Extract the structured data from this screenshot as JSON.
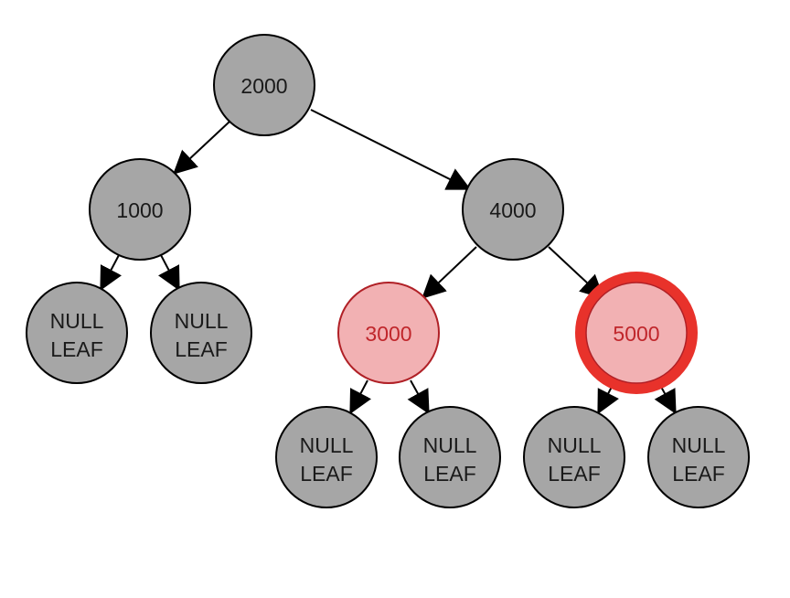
{
  "colors": {
    "black_node_fill": "#a6a6a6",
    "black_node_text": "#1a1a1a",
    "red_node_fill": "#f2b1b3",
    "red_node_text": "#c0262b",
    "highlight_ring": "#e8322b",
    "edge": "#000000"
  },
  "nodes": {
    "n2000": {
      "label": "2000",
      "color": "black"
    },
    "n1000": {
      "label": "1000",
      "color": "black"
    },
    "n4000": {
      "label": "4000",
      "color": "black"
    },
    "n3000": {
      "label": "3000",
      "color": "red"
    },
    "n5000": {
      "label": "5000",
      "color": "red",
      "highlighted": true
    },
    "leaf_line1": "NULL",
    "leaf_line2": "LEAF"
  },
  "edges": [
    [
      "n2000",
      "n1000"
    ],
    [
      "n2000",
      "n4000"
    ],
    [
      "n1000",
      "leaf1"
    ],
    [
      "n1000",
      "leaf2"
    ],
    [
      "n4000",
      "n3000"
    ],
    [
      "n4000",
      "n5000"
    ],
    [
      "n3000",
      "leaf3"
    ],
    [
      "n3000",
      "leaf4"
    ],
    [
      "n5000",
      "leaf5"
    ],
    [
      "n5000",
      "leaf6"
    ]
  ]
}
